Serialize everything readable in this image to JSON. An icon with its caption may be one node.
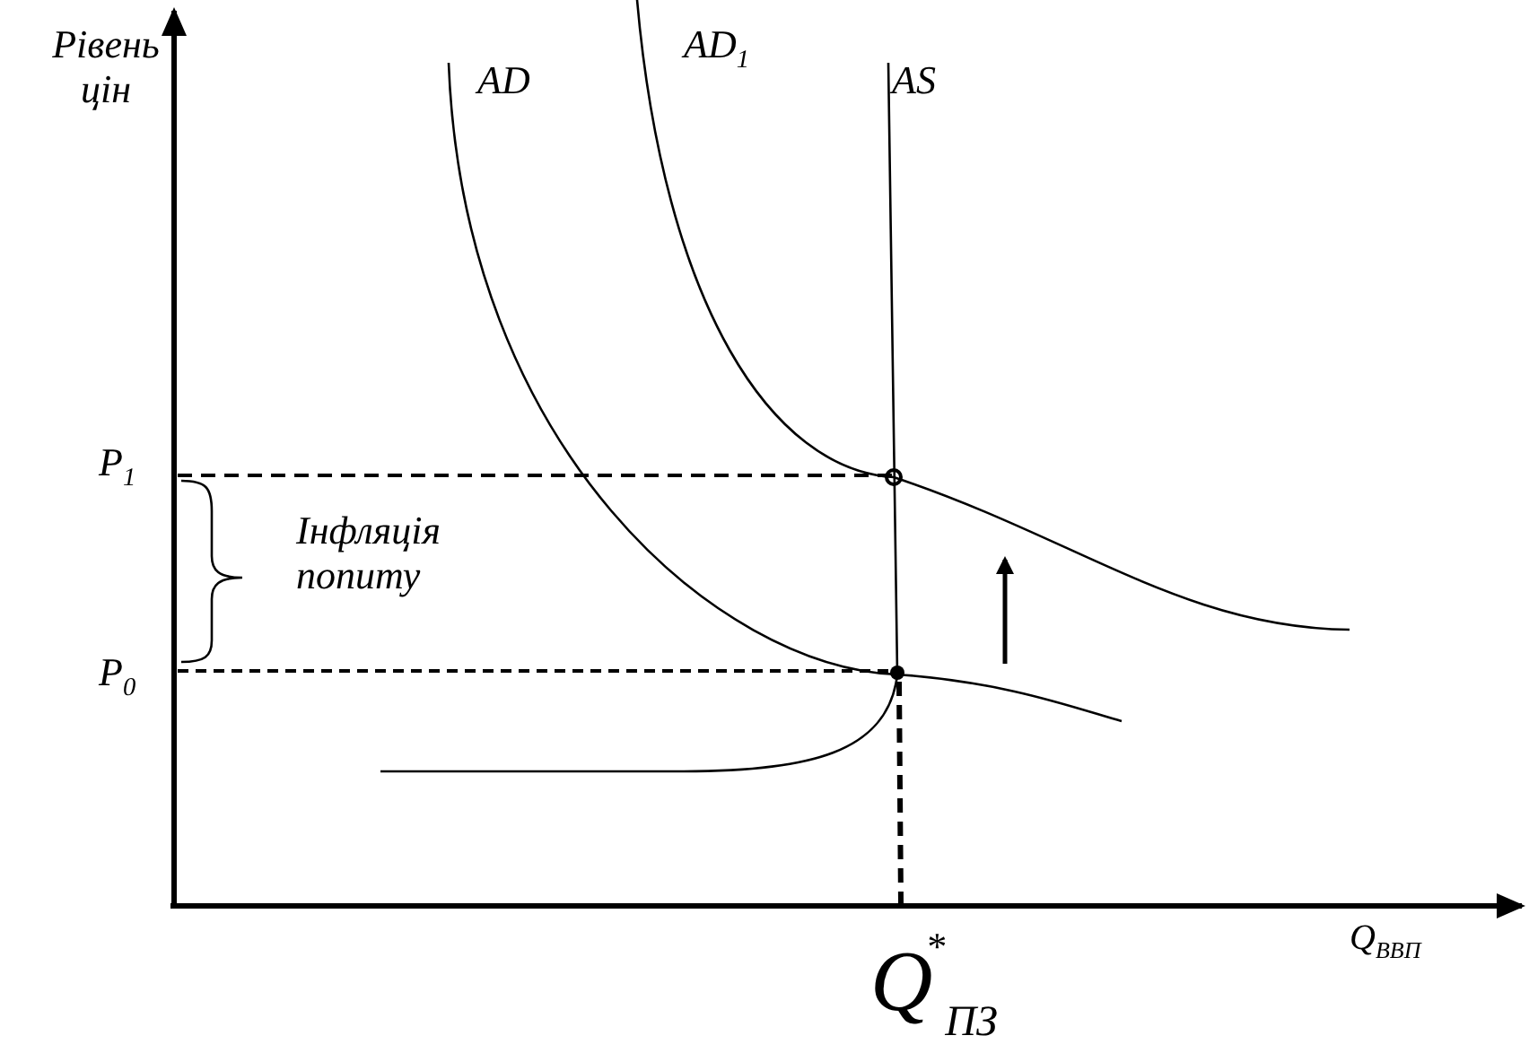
{
  "diagram": {
    "labels": [
      "Рівень цін",
      "AD",
      "AD$_{1}$",
      "AS",
      "P$_{1}$",
      "Інфляція попиту",
      "P$_{0}$",
      "Q$^{*}$$_{ПЗ}$",
      "Q$_{ВВП}$"
    ]
  }
}
